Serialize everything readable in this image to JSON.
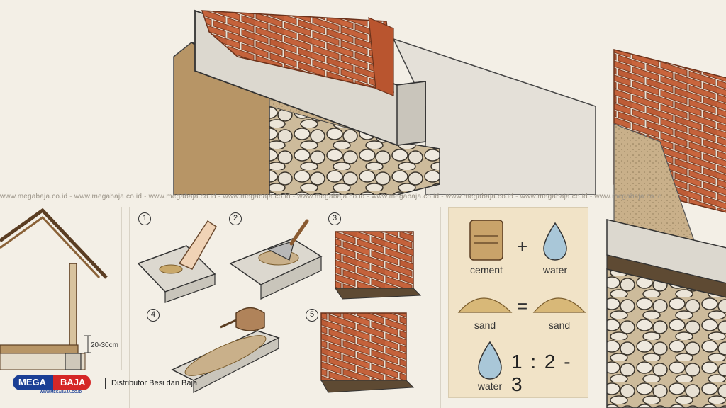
{
  "watermark": "www.megabaja.co.id - www.megabaja.co.id - www.megabaja.co.id - www.megabaja.co.id - www.megabaja.co.id - www.megabaja.co.id - www.megabaja.co.id - www.megabaja.co.id - www.megabaja.co.id",
  "steps": [
    "1",
    "2",
    "3",
    "4",
    "5"
  ],
  "house": {
    "dimension": "20-30cm"
  },
  "mix": {
    "cement": "cement",
    "water": "water",
    "sand_left": "sand",
    "sand_right": "sand",
    "water_bottom": "water",
    "plus": "+",
    "equals": "=",
    "ratio": "1 : 2 - 3"
  },
  "brand": {
    "mega": "MEGA",
    "baja": "BAJA",
    "url": "WWW.MEGABAJA.CO.ID",
    "tagline": "Distributor Besi dan Baja"
  },
  "colors": {
    "brand_blue": "#1b3f95",
    "brand_red": "#d52727",
    "brick": "#c4623b",
    "mortar": "#c9b08a",
    "concrete": "#dcd8cf",
    "soil": "#b79566"
  }
}
